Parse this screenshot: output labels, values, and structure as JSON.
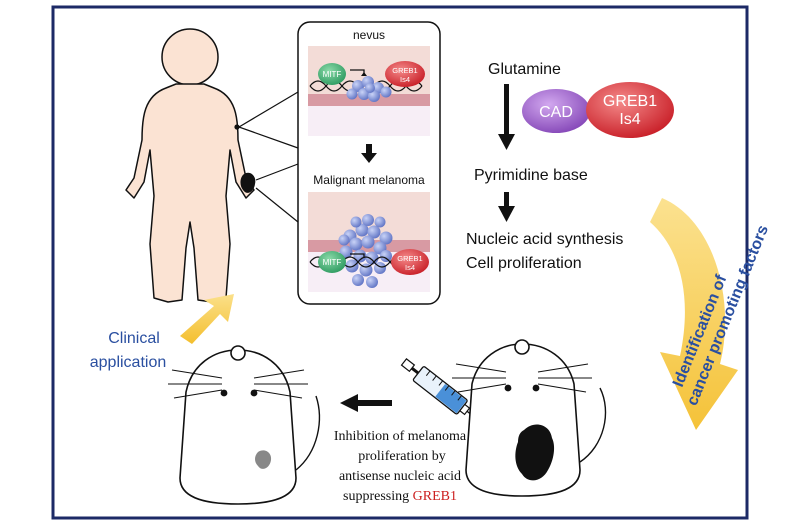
{
  "inset": {
    "nevus_label": "nevus",
    "malignant_label": "Malignant melanoma",
    "mitf": "MITF",
    "greb1_line1": "GREB1",
    "greb1_line2": "Is4"
  },
  "pathway": {
    "glutamine": "Glutamine",
    "cad": "CAD",
    "greb1_line1": "GREB1",
    "greb1_line2": "Is4",
    "pyrimidine": "Pyrimidine base",
    "nucleic_acid": "Nucleic acid synthesis",
    "cell_proliferation": "Cell proliferation"
  },
  "identification": {
    "line1": "Identification of",
    "line2": "cancer promoting factors"
  },
  "clinical": {
    "line1": "Clinical",
    "line2": "application"
  },
  "inhibition": {
    "line1": "Inhibition of melanoma",
    "line2": "proliferation by",
    "line3": "antisense nucleic acid",
    "line4_prefix": "suppressing",
    "line4_gene": "GREB1"
  },
  "colors": {
    "frame": "#1c2a66",
    "skin": "#fbe3d3",
    "tissue_top": "#f3dcd7",
    "tissue_band": "#d89aa3",
    "tissue_bottom": "#f7eef6",
    "mitf": "#39a86f",
    "greb1": "#d9252c",
    "cad": "#9a5ac6",
    "cells": "#7f92d8",
    "yellow_arrow": "#f7c843",
    "blue_text": "#2a4fa0",
    "red_text": "#cc1f1f"
  }
}
